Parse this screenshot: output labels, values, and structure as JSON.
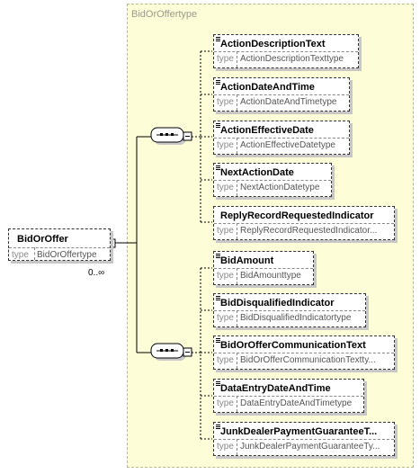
{
  "type_title": "BidOrOffertype",
  "root": {
    "name": "BidOrOffer",
    "type_label": "type",
    "type_value": "BidOrOffertype",
    "occurrence": "0..∞"
  },
  "group1": [
    {
      "name": "ActionDescriptionText",
      "type_label": "type",
      "type_value": "ActionDescriptionTexttype"
    },
    {
      "name": "ActionDateAndTime",
      "type_label": "type",
      "type_value": "ActionDateAndTimetype"
    },
    {
      "name": "ActionEffectiveDate",
      "type_label": "type",
      "type_value": "ActionEffectiveDatetype"
    },
    {
      "name": "NextActionDate",
      "type_label": "type",
      "type_value": "NextActionDatetype"
    },
    {
      "name": "ReplyRecordRequestedIndicator",
      "type_label": "type",
      "type_value": "ReplyRecordRequestedIndicator..."
    }
  ],
  "group2": [
    {
      "name": "BidAmount",
      "type_label": "type",
      "type_value": "BidAmounttype"
    },
    {
      "name": "BidDisqualifiedIndicator",
      "type_label": "type",
      "type_value": "BidDisqualifiedIndicatortype"
    },
    {
      "name": "BidOrOfferCommunicationText",
      "type_label": "type",
      "type_value": "BidOrOfferCommunicationTextty..."
    },
    {
      "name": "DataEntryDateAndTime",
      "type_label": "type",
      "type_value": "DataEntryDateAndTimetype"
    },
    {
      "name": "JunkDealerPaymentGuaranteeT...",
      "type_label": "type",
      "type_value": "JunkDealerPaymentGuaranteeTy..."
    }
  ]
}
